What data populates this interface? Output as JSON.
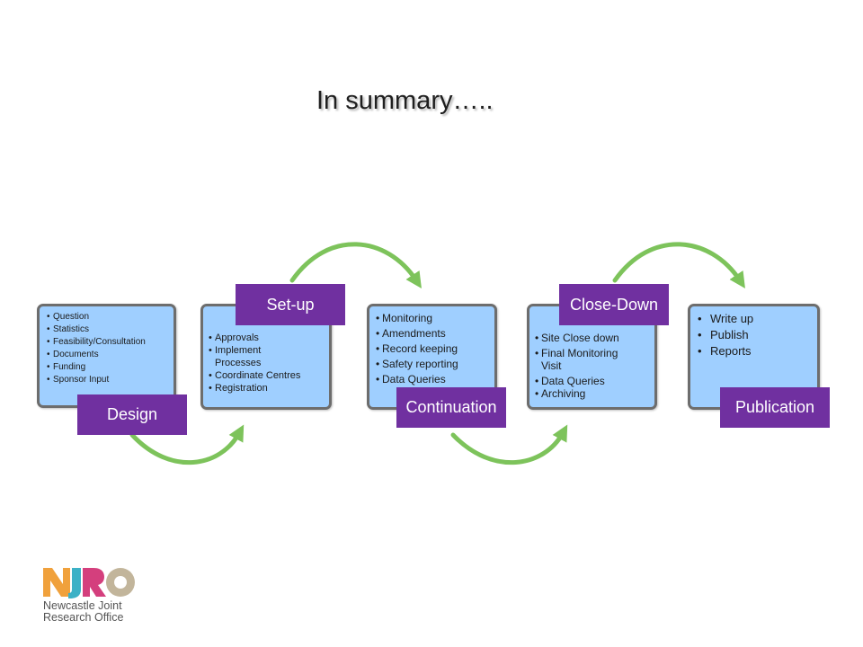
{
  "slide": {
    "title": "In summary…..",
    "stages": [
      {
        "label": "Design",
        "items": [
          "Question",
          "Statistics",
          "Feasibility/Consultation",
          "Documents",
          "Funding",
          "Sponsor Input"
        ]
      },
      {
        "label": "Set-up",
        "items": [
          "Approvals",
          "Implement Processes",
          "Coordinate Centres",
          "Registration"
        ]
      },
      {
        "label": "Continuation",
        "items": [
          "Monitoring",
          "Amendments",
          "Record keeping",
          "Safety reporting",
          "Data Queries"
        ]
      },
      {
        "label": "Close-Down",
        "items": [
          "Site Close down",
          "Final Monitoring Visit",
          "Data Queries",
          "Archiving"
        ]
      },
      {
        "label": "Publication",
        "items": [
          "Write up",
          "Publish",
          "Reports"
        ]
      }
    ],
    "logo": {
      "line1": "Newcastle Joint",
      "line2": "Research Office"
    }
  },
  "colors": {
    "box_fill": "#9fcfff",
    "box_border": "#6d6d6d",
    "label_fill": "#7030a0",
    "arrow": "#7dc35b"
  }
}
